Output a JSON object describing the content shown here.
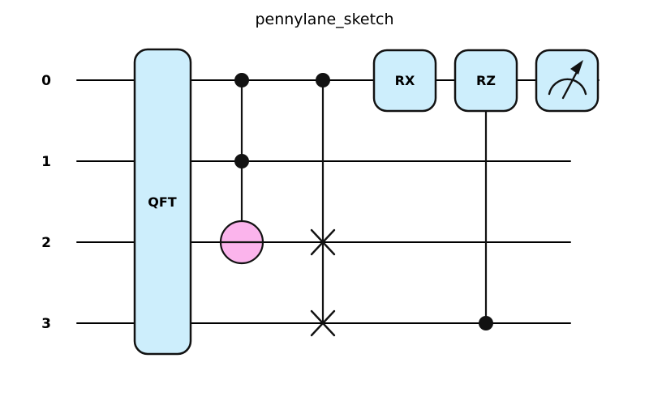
{
  "title": "pennylane_sketch",
  "colors": {
    "gate_fill": "#cdeefc",
    "target_fill": "#fbb4ec",
    "stroke": "#121212",
    "wire": "#000000"
  },
  "wires": [
    {
      "label": "0"
    },
    {
      "label": "1"
    },
    {
      "label": "2"
    },
    {
      "label": "3"
    }
  ],
  "circuit": {
    "qft": {
      "label": "QFT",
      "wires": [
        0,
        1,
        2,
        3
      ]
    },
    "toffoli": {
      "controls": [
        0,
        1
      ],
      "target": 2
    },
    "cswap": {
      "control": 0,
      "swap_wires": [
        2,
        3
      ]
    },
    "rx": {
      "label": "RX",
      "wire": 0
    },
    "rz": {
      "label": "RZ",
      "wire": 0,
      "control": 3
    },
    "measurement": {
      "wire": 0
    }
  }
}
